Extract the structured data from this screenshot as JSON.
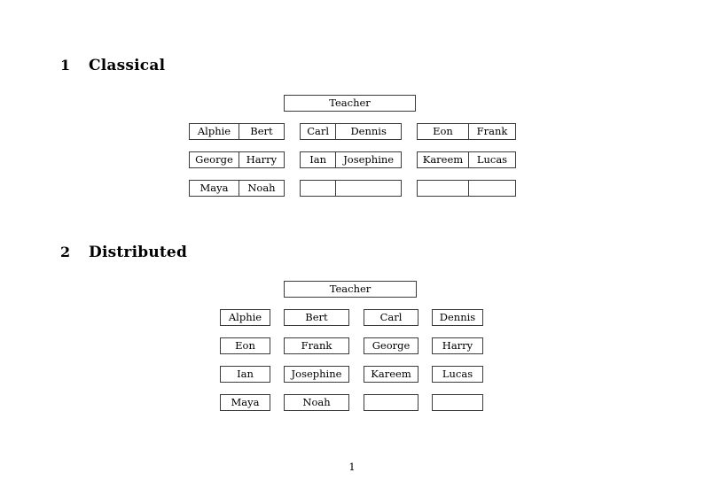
{
  "document": {
    "page_number": "1",
    "border_color": "#3b3b3b",
    "background_color": "#ffffff",
    "text_color": "#000000"
  },
  "sections": [
    {
      "number": "1",
      "title": "Classical",
      "teacher": {
        "label": "Teacher"
      },
      "layout": "paired",
      "groups": [
        {
          "rows": [
            {
              "left": "Alphie",
              "right": "Bert"
            },
            {
              "left": "George",
              "right": "Harry"
            },
            {
              "left": "Maya",
              "right": "Noah"
            }
          ]
        },
        {
          "rows": [
            {
              "left": "Carl",
              "right": "Dennis"
            },
            {
              "left": "Ian",
              "right": "Josephine"
            },
            {
              "left": "",
              "right": ""
            }
          ]
        },
        {
          "rows": [
            {
              "left": "Eon",
              "right": "Frank"
            },
            {
              "left": "Kareem",
              "right": "Lucas"
            },
            {
              "left": "",
              "right": ""
            }
          ]
        }
      ]
    },
    {
      "number": "2",
      "title": "Distributed",
      "teacher": {
        "label": "Teacher"
      },
      "layout": "grid",
      "rows": [
        {
          "cells": [
            "Alphie",
            "Bert",
            "Carl",
            "Dennis"
          ]
        },
        {
          "cells": [
            "Eon",
            "Frank",
            "George",
            "Harry"
          ]
        },
        {
          "cells": [
            "Ian",
            "Josephine",
            "Kareem",
            "Lucas"
          ]
        },
        {
          "cells": [
            "Maya",
            "Noah",
            "",
            ""
          ]
        }
      ]
    }
  ]
}
